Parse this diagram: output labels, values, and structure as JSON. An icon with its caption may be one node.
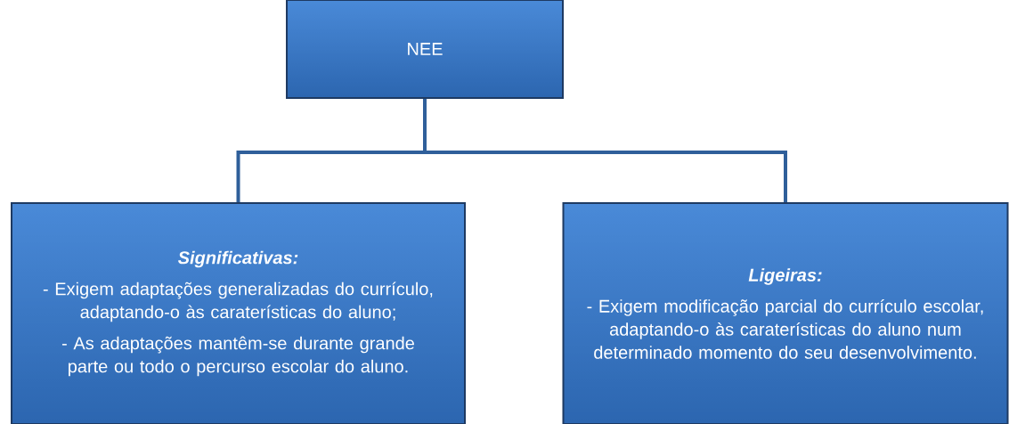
{
  "diagram": {
    "nodes": [
      {
        "text": [
          "NEE"
        ]
      },
      {
        "text": [
          "Significativas:",
          "- Exigem adaptações generalizadas do currículo, adaptando-o às caraterísticas do aluno;",
          "- As adaptações mantêm-se durante grande parte ou todo o percurso escolar do aluno."
        ]
      },
      {
        "text": [
          "Ligeiras:",
          "- Exigem modificação parcial do currículo escolar, adaptando-o às caraterísticas do aluno num determinado momento do seu desenvolvimento."
        ]
      }
    ],
    "edges": [
      {
        "from": 0,
        "to": 1,
        "arrow": "none"
      },
      {
        "from": 0,
        "to": 2,
        "arrow": "none"
      }
    ]
  }
}
